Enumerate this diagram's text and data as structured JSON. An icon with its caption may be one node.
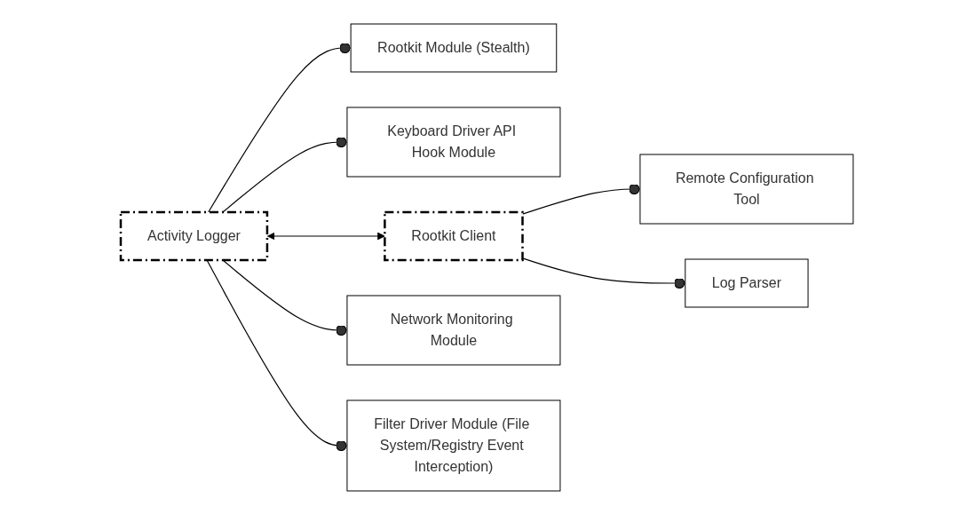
{
  "diagram": {
    "nodes": [
      {
        "text": [
          "Rootkit Module (Stealth)"
        ]
      },
      {
        "text": [
          "Keyboard Driver API Hook Module"
        ]
      },
      {
        "text": [
          "Remote Configuration Tool"
        ]
      },
      {
        "text": [
          "Activity Logger"
        ]
      },
      {
        "text": [
          "Rootkit Client"
        ]
      },
      {
        "text": [
          "Network Monitoring Module"
        ]
      },
      {
        "text": [
          "Filter Driver Module (File System/Registry Event Interception)"
        ]
      },
      {
        "text": [
          "Log Parser"
        ]
      }
    ],
    "edges": [
      {
        "from": 3,
        "to": 0,
        "arrow": "other"
      },
      {
        "from": 3,
        "to": 1,
        "arrow": "other"
      },
      {
        "from": 4,
        "to": 2,
        "arrow": "other"
      },
      {
        "from": 3,
        "to": 4,
        "arrow": "both"
      },
      {
        "from": 3,
        "to": 5,
        "arrow": "other"
      },
      {
        "from": 3,
        "to": 6,
        "arrow": "other"
      },
      {
        "from": 4,
        "to": 7,
        "arrow": "other"
      }
    ]
  }
}
